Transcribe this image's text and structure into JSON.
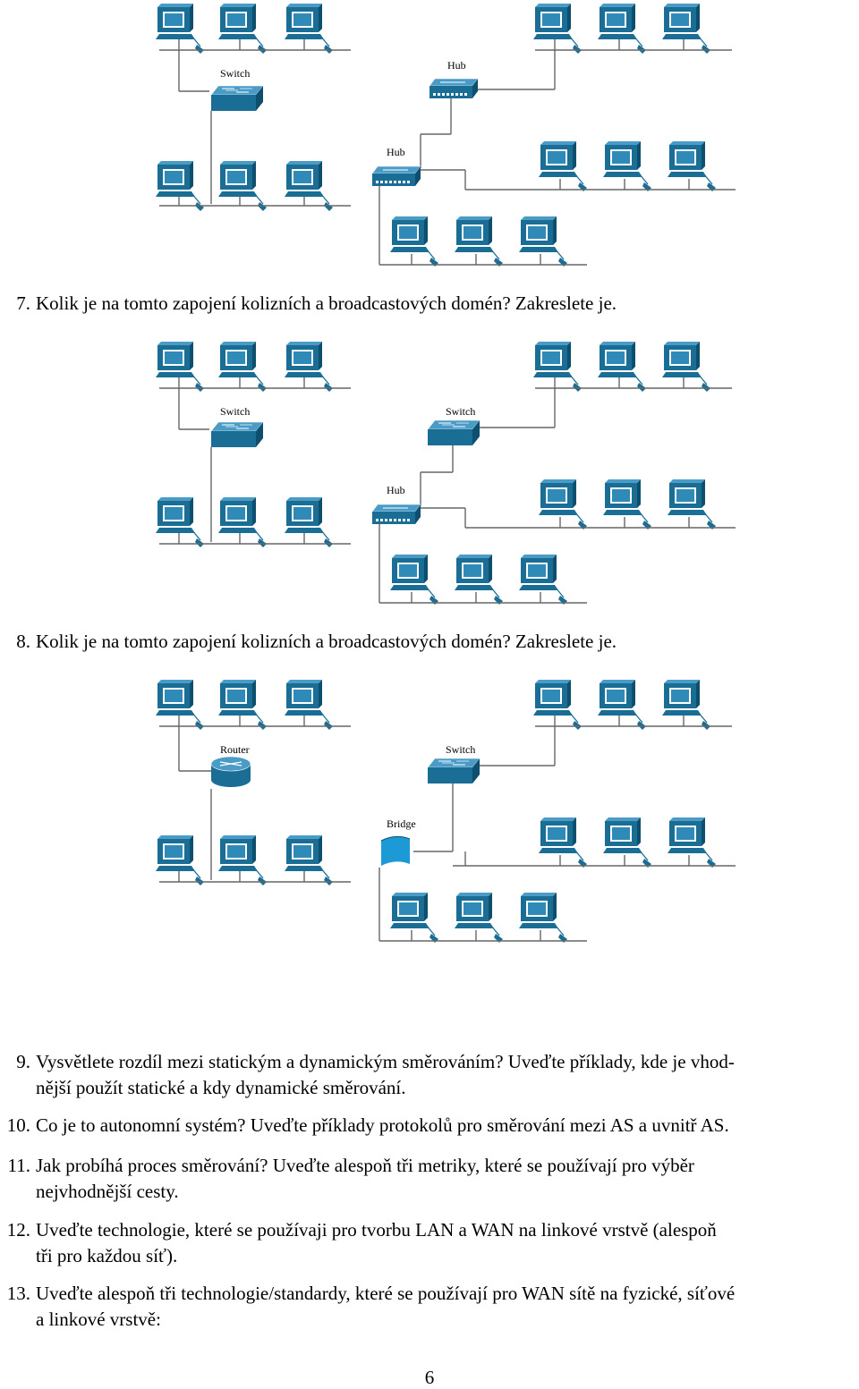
{
  "diagrams": [
    {
      "labels": [
        "Switch",
        "Hub",
        "Hub"
      ],
      "devices": [
        "switch",
        "hub",
        "hub"
      ]
    },
    {
      "labels": [
        "Switch",
        "Switch",
        "Hub"
      ],
      "devices": [
        "switch",
        "switch",
        "hub"
      ]
    },
    {
      "labels": [
        "Router",
        "Switch",
        "Bridge"
      ],
      "devices": [
        "router",
        "switch",
        "bridge"
      ]
    }
  ],
  "questions": [
    {
      "num": "7.",
      "text": "Kolik je na tomto zapojení kolizních a broadcastových domén? Zakreslete je."
    },
    {
      "num": "8.",
      "text": "Kolik je na tomto zapojení kolizních a broadcastových domén? Zakreslete je."
    },
    {
      "num": "9.",
      "line1": "Vysvětlete rozdíl mezi statickým a dynamickým směrováním? Uveďte příklady, kde je vhod-",
      "line2": "nější použít statické a kdy dynamické směrování."
    },
    {
      "num": "10.",
      "text": "Co je to autonomní systém? Uveďte příklady protokolů pro směrování mezi AS a uvnitř AS."
    },
    {
      "num": "11.",
      "line1": "Jak probíhá proces směrování? Uveďte alespoň tři metriky, které se používají pro výběr",
      "line2": "nejvhodnější cesty."
    },
    {
      "num": "12.",
      "line1": "Uveďte technologie, které se používaji pro tvorbu LAN a WAN na linkové vrstvě (alespoň",
      "line2": "tři pro každou síť)."
    },
    {
      "num": "13.",
      "line1": "Uveďte alespoň tři technologie/standardy, které se používají pro WAN sítě na fyzické, síťové",
      "line2": "a linkové vrstvě:"
    }
  ],
  "page_number": "6",
  "colors": {
    "device": "#1a6e96",
    "device_light": "#2f8ab8",
    "bridge": "#1b9ad6",
    "wire": "#666666"
  }
}
